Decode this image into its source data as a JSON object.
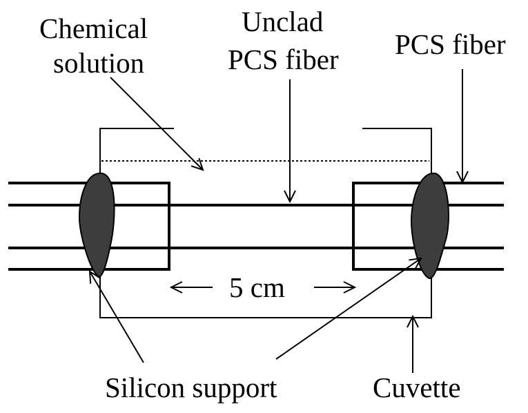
{
  "labels": {
    "chemical_line1": "Chemical",
    "chemical_line2": "solution",
    "unclad_line1": "Unclad",
    "unclad_line2": "PCS fiber",
    "pcs_fiber": "PCS fiber",
    "length": "5 cm",
    "silicon_support": "Silicon support",
    "cuvette": "Cuvette"
  },
  "colors": {
    "stroke": "#000000",
    "support_fill": "#3d3d3d",
    "background": "#ffffff"
  }
}
